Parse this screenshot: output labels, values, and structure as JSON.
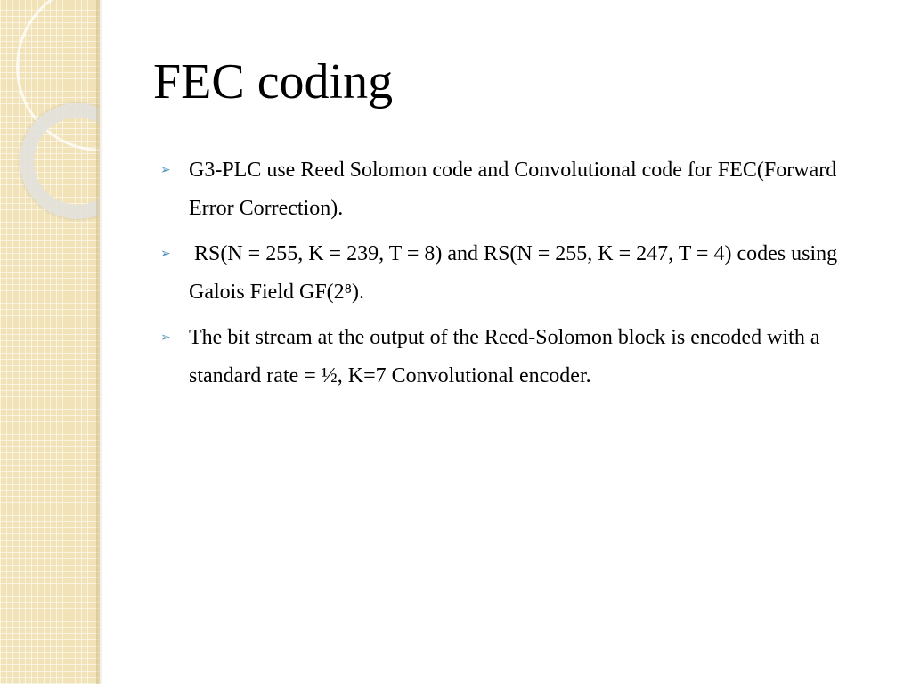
{
  "slide": {
    "title": "FEC coding",
    "bullets": [
      {
        "text": "G3-PLC use Reed Solomon code and Convolutional code for FEC(Forward Error Correction)."
      },
      {
        "text": " RS(N = 255, K = 239, T = 8) and RS(N = 255, K = 247, T = 4) codes using Galois Field GF(2⁸)."
      },
      {
        "text": "The bit stream at the output of the Reed-Solomon block is encoded with a standard rate = ½, K=7 Convolutional encoder."
      }
    ]
  },
  "decoration": {
    "bullet_icon": "chevron-right-icon",
    "bullet_color": "#4f8fb8",
    "panel_color": "#f1e2b8"
  }
}
